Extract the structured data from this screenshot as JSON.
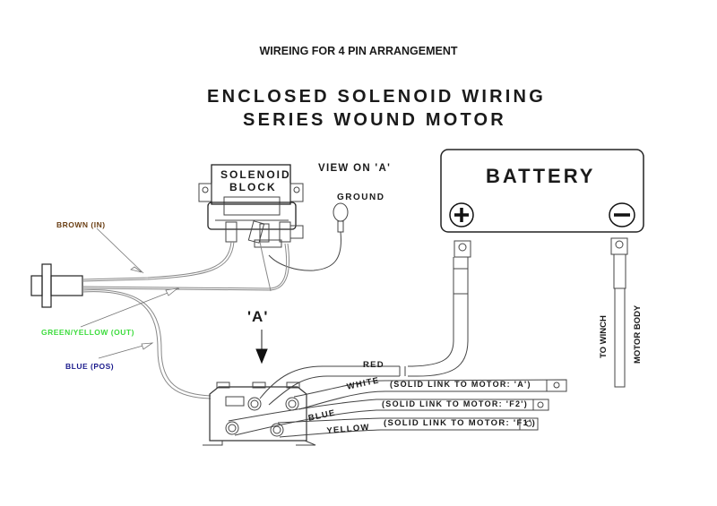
{
  "header": {
    "subtitle": "WIREING FOR 4 PIN ARRANGEMENT",
    "title_line1": "ENCLOSED SOLENOID WIRING",
    "title_line2": "SERIES WOUND MOTOR"
  },
  "solenoid": {
    "label_line1": "SOLENOID",
    "label_line2": "BLOCK",
    "view_label": "VIEW ON 'A'",
    "ground_label": "GROUND"
  },
  "battery": {
    "label": "BATTERY",
    "positive_terminal": "plus-icon",
    "negative_terminal": "minus-icon"
  },
  "control_wires": [
    {
      "label": "BROWN (IN)",
      "color": "#6b3f14"
    },
    {
      "label": "GREEN/YELLOW (OUT)",
      "color": "#3ddc3d"
    },
    {
      "label": "BLUE (POS)",
      "color": "#1a1a8c"
    }
  ],
  "view_marker": "'A'",
  "cables": [
    {
      "name": "RED",
      "note": ""
    },
    {
      "name": "WHITE",
      "note": "(SOLID LINK TO MOTOR: 'A')"
    },
    {
      "name": "BLUE",
      "note": "(SOLID LINK TO MOTOR: 'F2')"
    },
    {
      "name": "YELLOW",
      "note": "(SOLID LINK TO MOTOR: 'F1')"
    }
  ],
  "negative_cable": {
    "label_left": "TO WINCH",
    "label_right": "MOTOR BODY"
  }
}
